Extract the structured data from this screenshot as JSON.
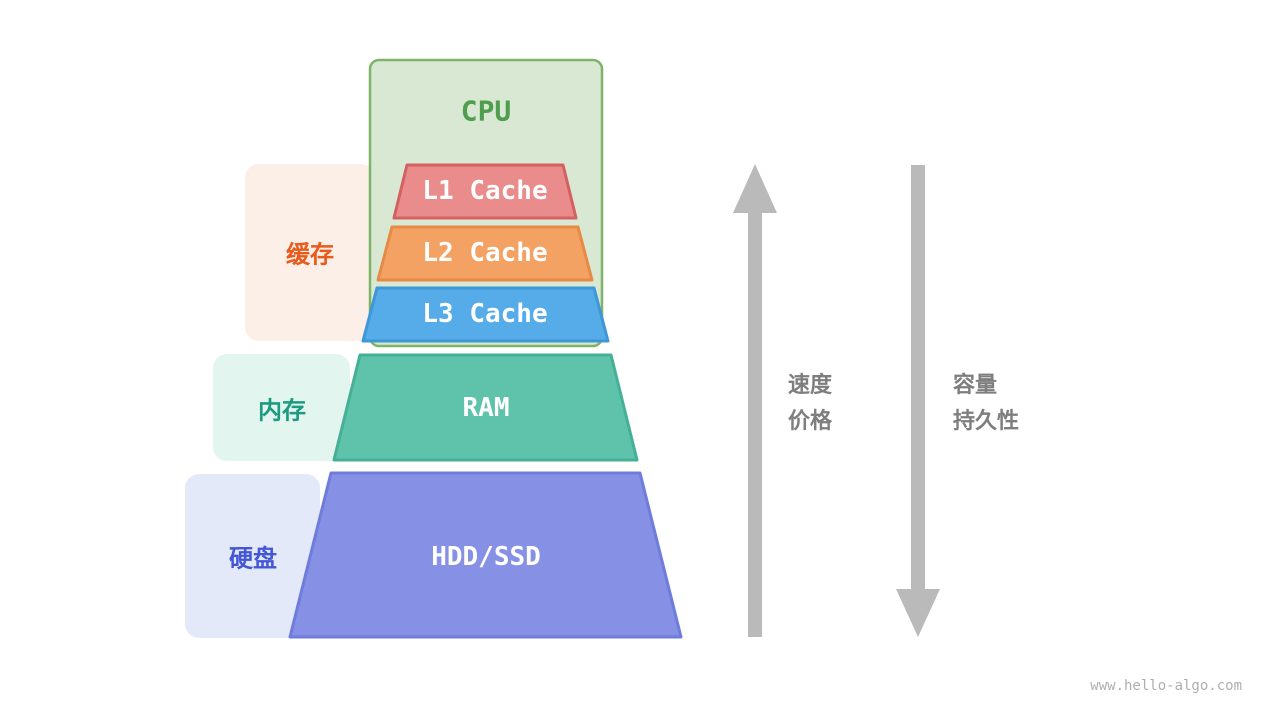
{
  "pyramid": {
    "cpu_label": "CPU",
    "levels": [
      {
        "name": "l1-cache",
        "label": "L1 Cache"
      },
      {
        "name": "l2-cache",
        "label": "L2 Cache"
      },
      {
        "name": "l3-cache",
        "label": "L3 Cache"
      },
      {
        "name": "ram",
        "label": "RAM"
      },
      {
        "name": "hdd-ssd",
        "label": "HDD/SSD"
      }
    ]
  },
  "groups": [
    {
      "name": "cache",
      "label": "缓存"
    },
    {
      "name": "memory",
      "label": "内存"
    },
    {
      "name": "disk",
      "label": "硬盘"
    }
  ],
  "arrows": {
    "up_labels": [
      "速度",
      "价格"
    ],
    "down_labels": [
      "容量",
      "持久性"
    ]
  },
  "watermark": "www.hello-algo.com",
  "colors": {
    "cpu_fill": "#D8E8D2",
    "cpu_stroke": "#7EB36A",
    "cpu_text": "#4F9D4F",
    "l1_fill": "#EA8C8C",
    "l1_stroke": "#D36161",
    "l2_fill": "#F3A263",
    "l2_stroke": "#E68A45",
    "l3_fill": "#55ACE8",
    "l3_stroke": "#3E97D6",
    "ram_fill": "#5FC3AC",
    "ram_stroke": "#45B096",
    "hdd_fill": "#8690E4",
    "hdd_stroke": "#707CDB",
    "cache_bg": "#FCEFE7",
    "cache_text": "#E95A1D",
    "memory_bg": "#E3F5EF",
    "memory_text": "#1D9B80",
    "disk_bg": "#E4E9F9",
    "disk_text": "#4356D6",
    "arrow": "#BABABA",
    "axis_text": "#7E7E7E",
    "watermark_text": "#AFAFAF"
  }
}
